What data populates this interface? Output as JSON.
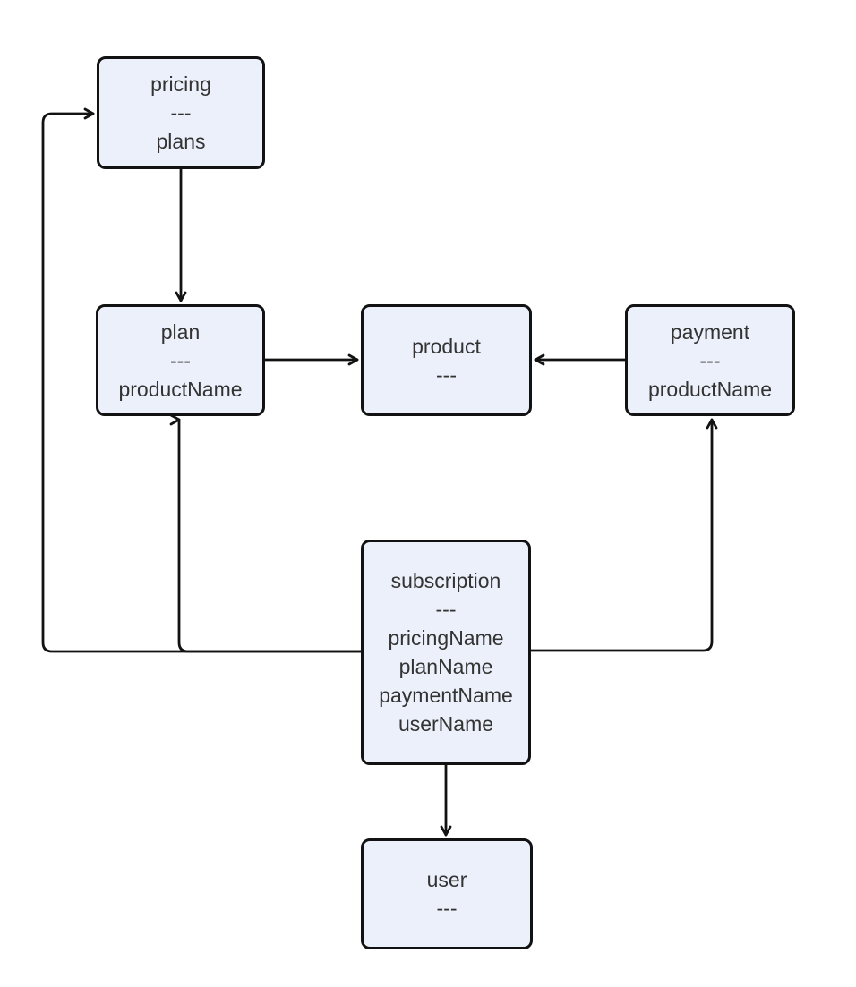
{
  "diagram": {
    "type": "flowchart",
    "background_color": "#ffffff",
    "node_fill_color": "#ecf0fa",
    "node_border_color": "#121212",
    "text_color": "#333333",
    "nodes": [
      {
        "id": "pricing",
        "lines": [
          "pricing",
          "---",
          "plans"
        ]
      },
      {
        "id": "plan",
        "lines": [
          "plan",
          "---",
          "productName"
        ]
      },
      {
        "id": "product",
        "lines": [
          "product",
          "---"
        ]
      },
      {
        "id": "payment",
        "lines": [
          "payment",
          "---",
          "productName"
        ]
      },
      {
        "id": "subscription",
        "lines": [
          "subscription",
          "---",
          "pricingName",
          "planName",
          "paymentName",
          "userName"
        ]
      },
      {
        "id": "user",
        "lines": [
          "user",
          "---"
        ]
      }
    ],
    "edges": [
      {
        "from": "pricing",
        "to": "plan"
      },
      {
        "from": "plan",
        "to": "product"
      },
      {
        "from": "payment",
        "to": "product"
      },
      {
        "from": "subscription",
        "to": "pricing"
      },
      {
        "from": "subscription",
        "to": "plan"
      },
      {
        "from": "subscription",
        "to": "payment"
      },
      {
        "from": "subscription",
        "to": "user"
      }
    ]
  }
}
